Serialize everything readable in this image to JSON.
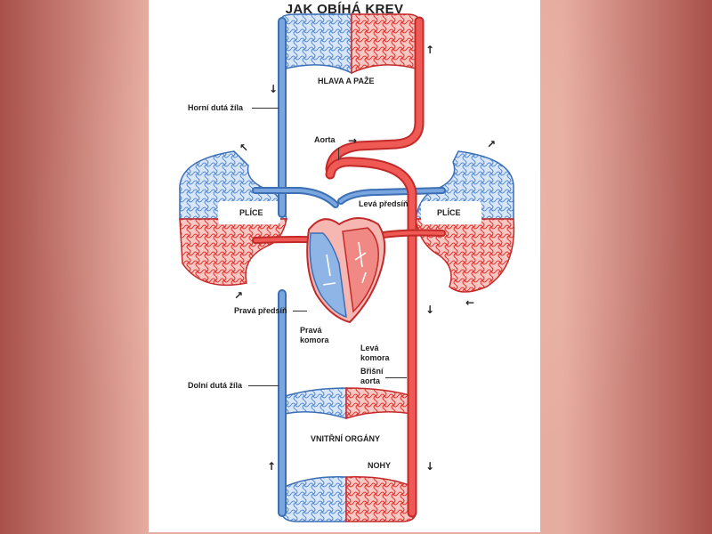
{
  "diagram": {
    "title": "JAK OBÍHÁ KREV",
    "labels": {
      "head_arms": "HLAVA A PAŽE",
      "superior_vena_cava": "Horní dutá žíla",
      "aorta": "Aorta",
      "lungs_left": "PLÍCE",
      "lungs_right": "PLÍCE",
      "left_atrium": "Levá předsíň",
      "right_atrium": "Pravá předsíň",
      "right_ventricle": "Pravá\nkomora",
      "left_ventricle": "Levá\nkomora",
      "abdominal_aorta": "Břišní\naorta",
      "inferior_vena_cava": "Dolní dutá žíla",
      "internal_organs": "VNITŘNÍ ORGÁNY",
      "legs": "NOHY"
    },
    "colors": {
      "oxygenated": "#ef3e3a",
      "deoxygenated": "#5b8fd6",
      "vessel_outline": "#c22a2a",
      "vein_outline": "#3d6fb5"
    }
  }
}
